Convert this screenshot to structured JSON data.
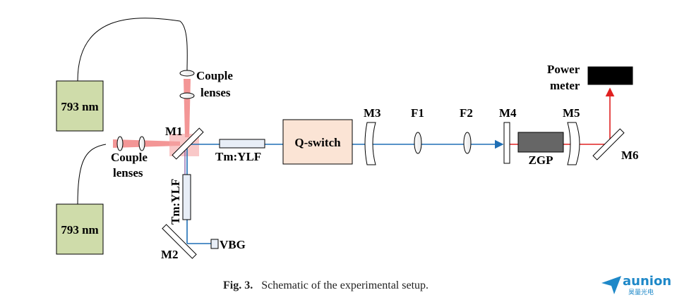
{
  "labels": {
    "laser_top": "793 nm",
    "laser_bottom": "793 nm",
    "couple_lenses_top": [
      "Couple",
      "lenses"
    ],
    "couple_lenses_left": [
      "Couple",
      "lenses"
    ],
    "m1": "M1",
    "m2": "M2",
    "m3": "M3",
    "m4": "M4",
    "m5": "M5",
    "m6": "M6",
    "f1": "F1",
    "f2": "F2",
    "tm_ylf_h": "Tm:YLF",
    "tm_ylf_v": "Tm:YLF",
    "q_switch": "Q-switch",
    "zgp": "ZGP",
    "vbg": "VBG",
    "power_meter": [
      "Power",
      "meter"
    ]
  },
  "caption": {
    "prefix": "Fig. 3.",
    "text": "Schematic of the experimental setup."
  },
  "logo": {
    "name": "aunion",
    "sub": "昊量光电"
  },
  "colors": {
    "pump": "#f28b8b",
    "laser_box": "#cfdcaa",
    "qswitch_box": "#fbe4d5",
    "beam_2um": "#1f6fb5",
    "beam_mid_ir": "#e02020",
    "crystal": "#e8eef7",
    "zgp": "#666666",
    "logo": "#1e88c8"
  }
}
